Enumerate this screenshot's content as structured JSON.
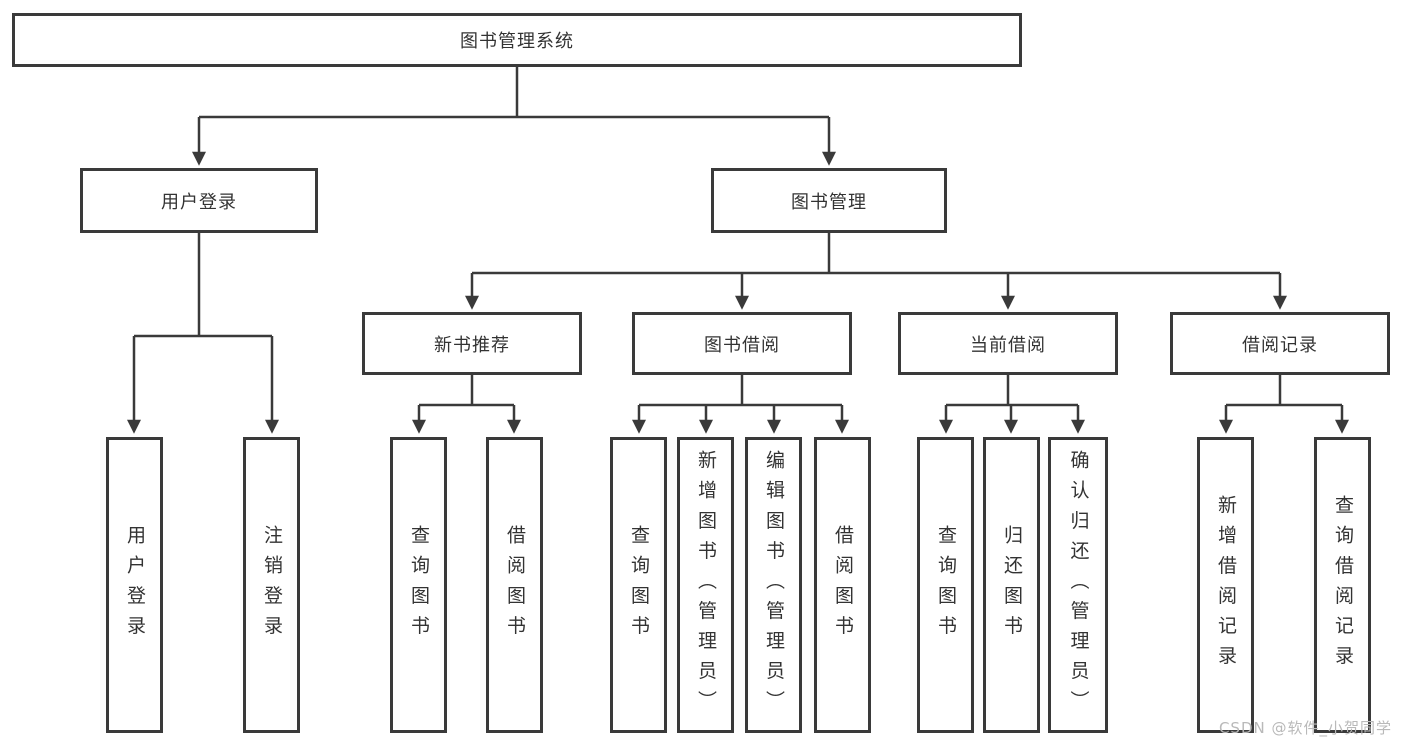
{
  "watermark": "CSDN @软件_小贺同学",
  "colors": {
    "line": "#3a3a3a",
    "text": "#333333",
    "background": "#ffffff",
    "watermark_text": "#b9b9b9"
  },
  "tree": {
    "label": "图书管理系统",
    "children": [
      {
        "label": "用户登录",
        "children": [
          {
            "label": "用户登录"
          },
          {
            "label": "注销登录"
          }
        ]
      },
      {
        "label": "图书管理",
        "children": [
          {
            "label": "新书推荐",
            "children": [
              {
                "label": "查询图书"
              },
              {
                "label": "借阅图书"
              }
            ]
          },
          {
            "label": "图书借阅",
            "children": [
              {
                "label": "查询图书"
              },
              {
                "label": "新增图书（管理员）"
              },
              {
                "label": "编辑图书（管理员）"
              },
              {
                "label": "借阅图书"
              }
            ]
          },
          {
            "label": "当前借阅",
            "children": [
              {
                "label": "查询图书"
              },
              {
                "label": "归还图书"
              },
              {
                "label": "确认归还（管理员）"
              }
            ]
          },
          {
            "label": "借阅记录",
            "children": [
              {
                "label": "新增借阅记录"
              },
              {
                "label": "查询借阅记录"
              }
            ]
          }
        ]
      }
    ]
  }
}
